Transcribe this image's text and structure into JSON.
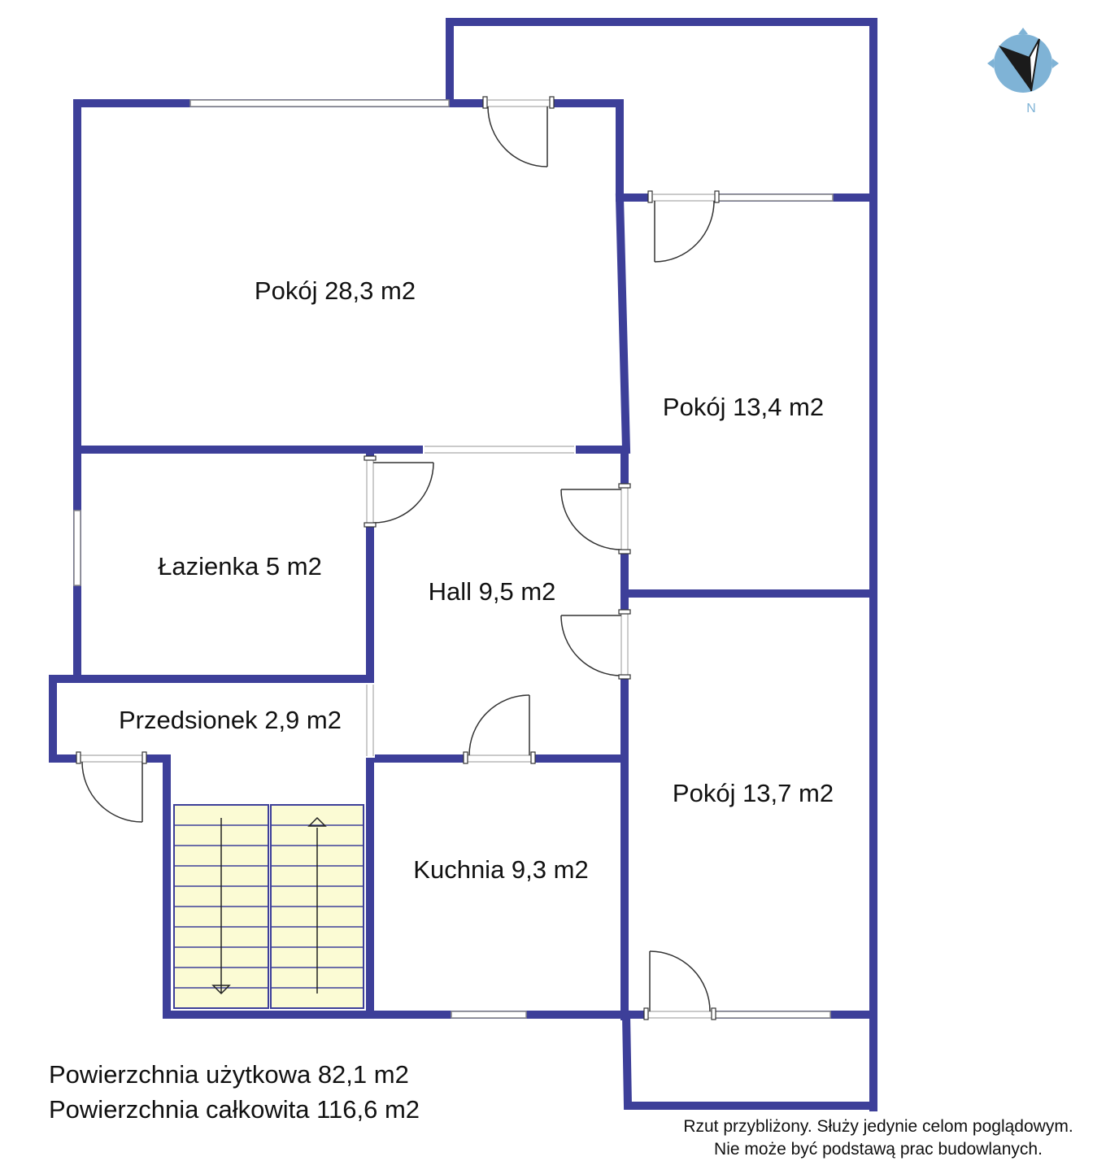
{
  "rooms": {
    "pokoj_28": "Pokój 28,3 m2",
    "pokoj_134": "Pokój 13,4 m2",
    "lazienka": "Łazienka 5 m2",
    "hall": "Hall 9,5 m2",
    "przedsionek": "Przedsionek 2,9 m2",
    "kuchnia": "Kuchnia 9,3 m2",
    "pokoj_137": "Pokój 13,7 m2"
  },
  "summary": {
    "usable_area": "Powierzchnia użytkowa 82,1 m2",
    "total_area": "Powierzchnia całkowita 116,6 m2"
  },
  "disclaimer": {
    "line1": "Rzut przybliżony. Służy jedynie celom poglądowym.",
    "line2": "Nie może być podstawą prac budowlanych."
  },
  "compass": {
    "label": "N",
    "icon": "compass-icon"
  },
  "colors": {
    "wall": "#3d3f99",
    "stairs": "#fbfbd4",
    "compass": "#7fb3d6"
  }
}
